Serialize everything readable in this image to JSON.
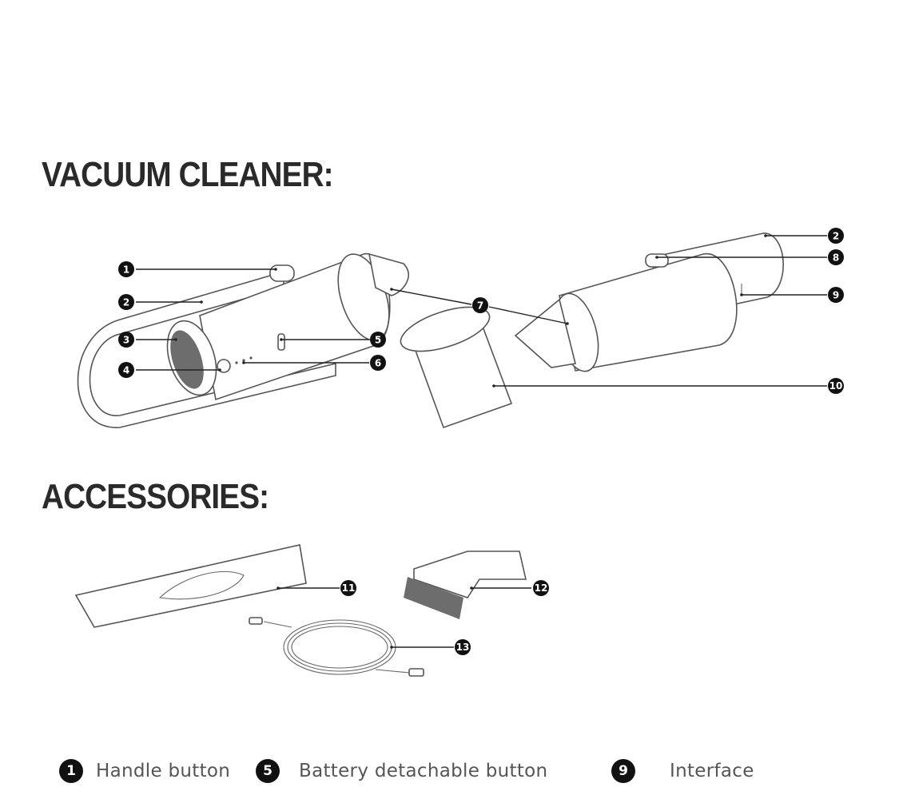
{
  "headings": {
    "vacuum": "VACUUM CLEANER:",
    "accessories": "ACCESSORIES:"
  },
  "callouts": [
    "1",
    "2",
    "3",
    "4",
    "5",
    "6",
    "7",
    "2",
    "8",
    "9",
    "10",
    "11",
    "12",
    "13"
  ],
  "legend": [
    {
      "num": "1",
      "label": "Handle button"
    },
    {
      "num": "5",
      "label": "Battery detachable button"
    },
    {
      "num": "9",
      "label": "Interface"
    }
  ],
  "colors": {
    "ink": "#111111",
    "outline": "#555555",
    "label": "#555555"
  }
}
